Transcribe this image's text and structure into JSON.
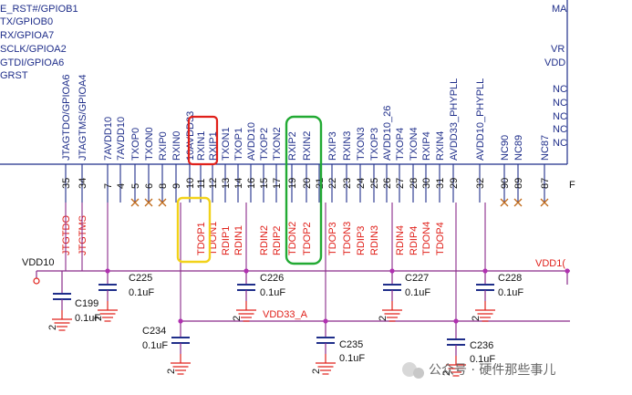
{
  "colors": {
    "body_line": "#1f2e8a",
    "net_wire": "#8a2a8a",
    "net_label": "#e0201a",
    "ground": "#e0201a",
    "junction": "#b030b0",
    "highlight_red": "#e0201a",
    "highlight_yellow": "#f2d21a",
    "highlight_green": "#22aa33"
  },
  "left_labels": [
    "E_RST#/GPIOB1",
    "TX/GPIOB0",
    "RX/GPIOA7",
    "SCLK/GPIOA2",
    "GTDI/GPIOA6",
    "GRST"
  ],
  "right_labels": [
    "MA",
    "VR",
    "VDD",
    "NC",
    "NC",
    "NC",
    "NC",
    "NC"
  ],
  "pins": [
    {
      "name": "JTAGTDO/GPIOA6",
      "num": "35",
      "net": "JTGTDO"
    },
    {
      "name": "JTAGTMS/GPIOA4",
      "num": "34",
      "net": "JTGTMS"
    },
    {
      "name": "7AVDD10",
      "num": "7",
      "net": ""
    },
    {
      "name": "7AVDD10",
      "num": "4",
      "net": ""
    },
    {
      "name": "TXOP0",
      "num": "5",
      "net": ""
    },
    {
      "name": "TXON0",
      "num": "6",
      "net": ""
    },
    {
      "name": "RXIP0",
      "num": "8",
      "net": ""
    },
    {
      "name": "RXIN0",
      "num": "9",
      "net": ""
    },
    {
      "name": "10AVDD33",
      "num": "10",
      "net": ""
    },
    {
      "name": "RXIN1",
      "num": "11",
      "net": "TDOP1"
    },
    {
      "name": "RXIP1",
      "num": "12",
      "net": "TDON1"
    },
    {
      "name": "TXON1",
      "num": "13",
      "net": "RDIP1"
    },
    {
      "name": "TXOP1",
      "num": "14",
      "net": "RDIN1"
    },
    {
      "name": "AVDD10",
      "num": "16",
      "net": ""
    },
    {
      "name": "TXOP2",
      "num": "15",
      "net": "RDIN2"
    },
    {
      "name": "TXON2",
      "num": "17",
      "net": "RDIP2"
    },
    {
      "name": "RXIP2",
      "num": "19",
      "net": "TDON2"
    },
    {
      "name": "RXIN2",
      "num": "20",
      "net": "TDOP2"
    },
    {
      "name": "",
      "num": "21",
      "net": ""
    },
    {
      "name": "RXIP3",
      "num": "22",
      "net": "TDOP3"
    },
    {
      "name": "RXIN3",
      "num": "23",
      "net": "TDON3"
    },
    {
      "name": "TXON3",
      "num": "24",
      "net": "RDIP3"
    },
    {
      "name": "TXOP3",
      "num": "25",
      "net": "RDIN3"
    },
    {
      "name": "AVDD10_26",
      "num": "26",
      "net": ""
    },
    {
      "name": "TXOP4",
      "num": "27",
      "net": "RDIN4"
    },
    {
      "name": "TXON4",
      "num": "28",
      "net": "RDIP4"
    },
    {
      "name": "RXIP4",
      "num": "30",
      "net": "TDON4"
    },
    {
      "name": "RXIN4",
      "num": "31",
      "net": "TDOP4"
    },
    {
      "name": "AVDD33_PHYPLL",
      "num": "29",
      "net": ""
    },
    {
      "name": "AVDD10_PHYPLL",
      "num": "32",
      "net": ""
    },
    {
      "name": "NC90",
      "num": "90",
      "net": ""
    },
    {
      "name": "NC89",
      "num": "89",
      "net": ""
    },
    {
      "name": "NC87",
      "num": "87",
      "net": ""
    }
  ],
  "nets": {
    "vdd10_left": "VDD10",
    "vdd10_right": "VDD1(",
    "vdd33": "VDD33_A"
  },
  "capacitors": [
    {
      "ref": "C225",
      "value": "0.1uF"
    },
    {
      "ref": "C226",
      "value": "0.1uF"
    },
    {
      "ref": "C227",
      "value": "0.1uF"
    },
    {
      "ref": "C228",
      "value": "0.1uF"
    },
    {
      "ref": "C199",
      "value": "0.1uF"
    },
    {
      "ref": "C234",
      "value": "0.1uF"
    },
    {
      "ref": "C235",
      "value": "0.1uF"
    },
    {
      "ref": "C236",
      "value": "0.1uF"
    }
  ],
  "watermark": "公众号 · 硬件那些事儿",
  "ground_mark": "2",
  "right_edge_letter": "F"
}
